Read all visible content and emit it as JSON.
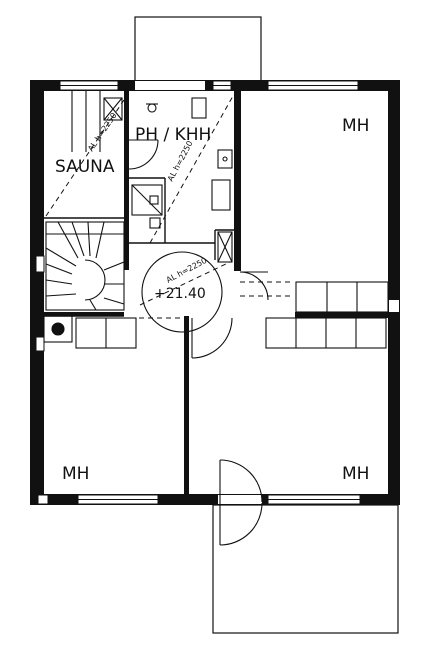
{
  "rooms": {
    "mh_top_right": "MH",
    "mh_bottom_left": "MH",
    "mh_bottom_right": "MH",
    "sauna": "SAUNA",
    "ph_khh": "PH / KHH"
  },
  "annotations": {
    "height_sauna": "AL h=2250",
    "height_bath": "AL h=2250",
    "height_hall": "AL h=2250",
    "floor_level": "+21.40"
  }
}
